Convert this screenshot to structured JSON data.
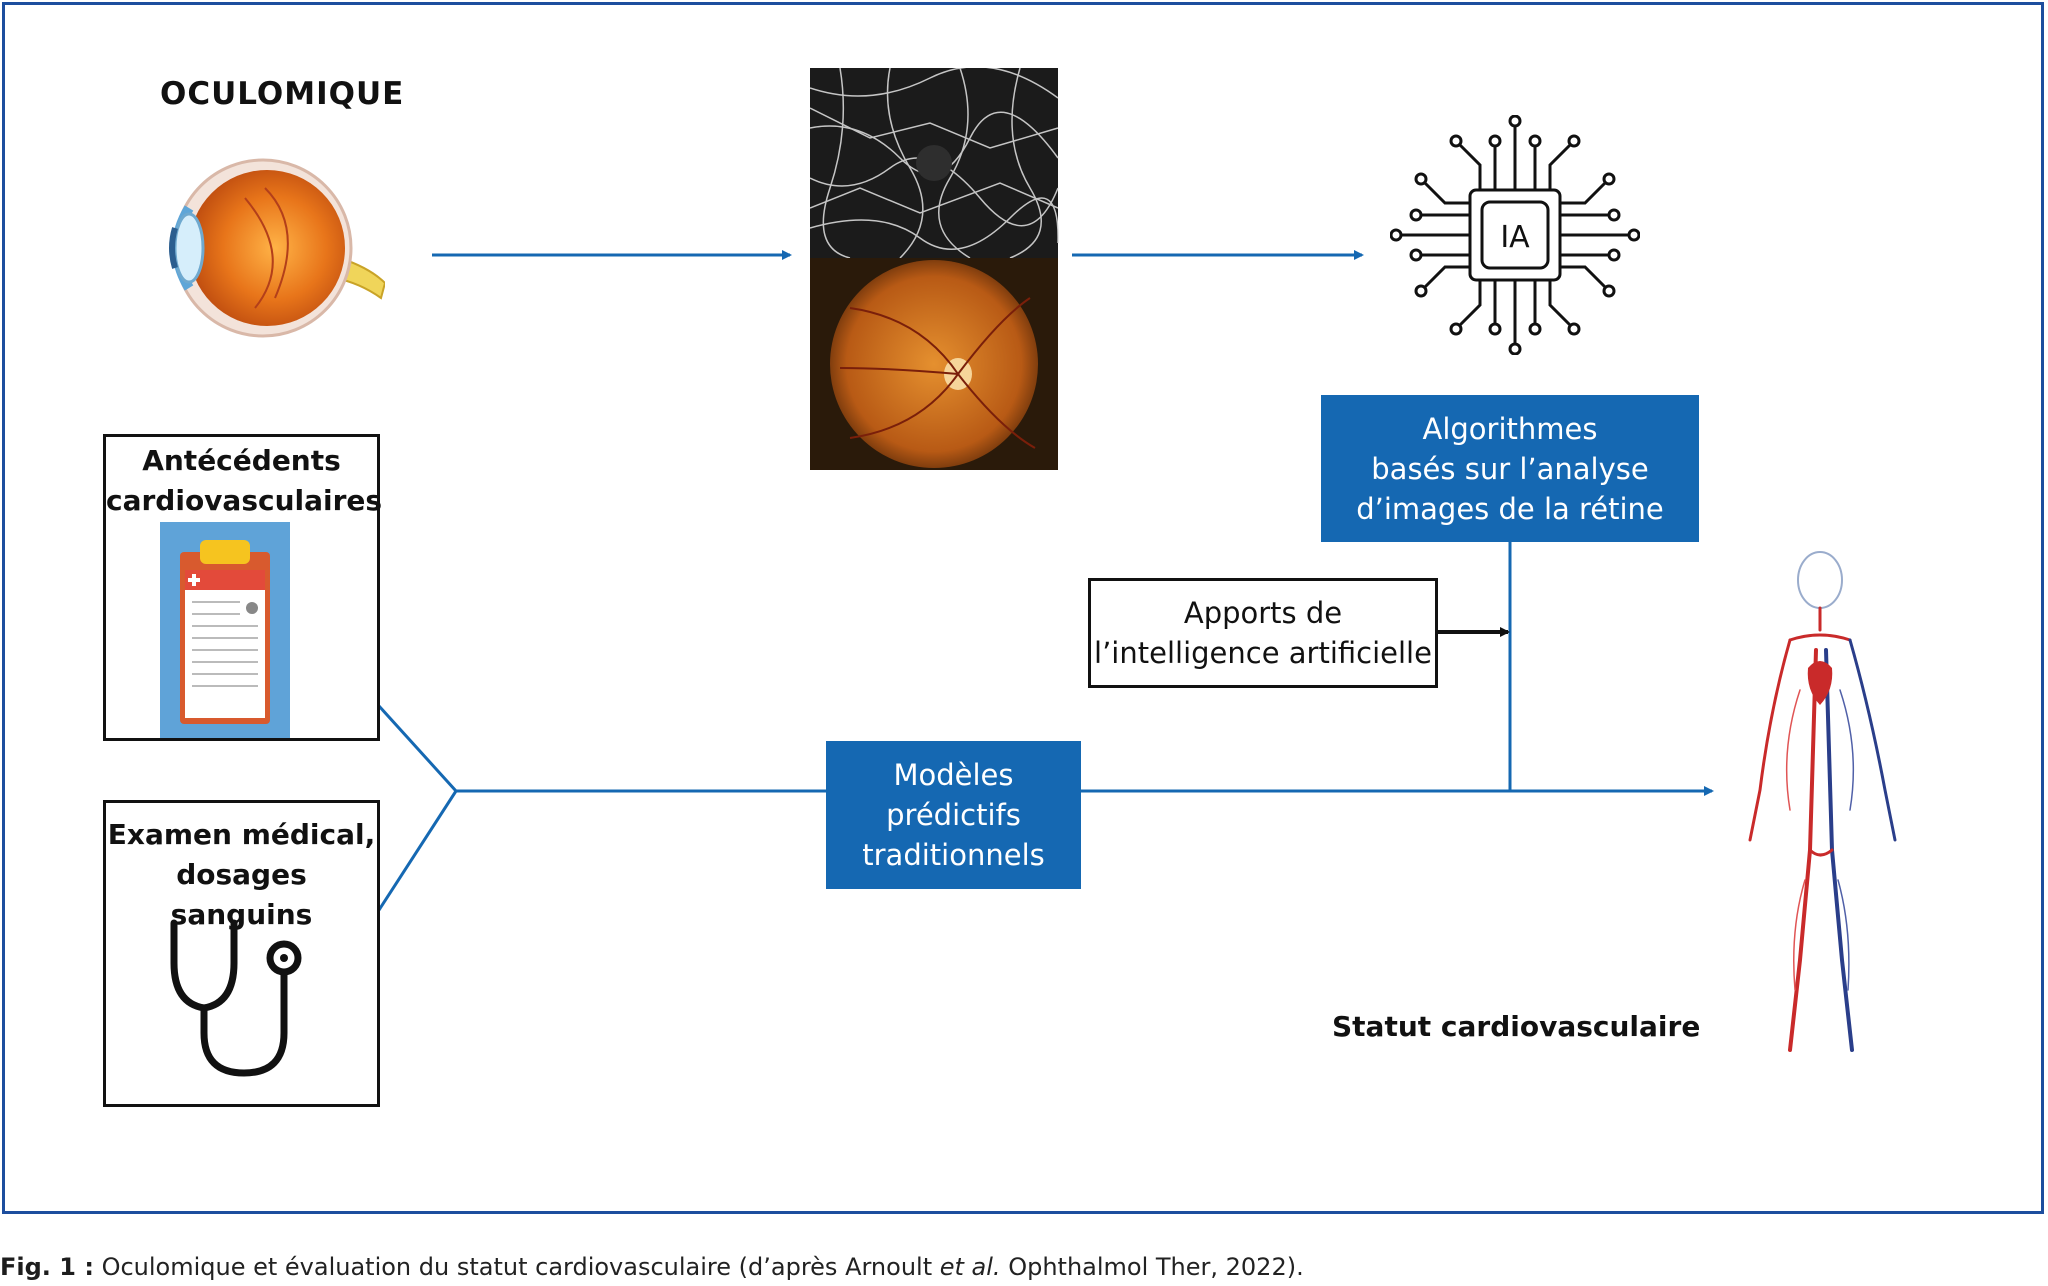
{
  "title": "OCULOMIQUE",
  "antecedents": {
    "line1": "Antécédents",
    "line2": "cardiovasculaires",
    "icon": "medical-record-clipboard"
  },
  "examen": {
    "line1": "Examen médical,",
    "line2": "dosages sanguins",
    "icon": "stethoscope"
  },
  "retina_images": {
    "top": "oct-angiography",
    "bottom": "fundus-photograph"
  },
  "ia_chip": {
    "label": "IA"
  },
  "algorithmes": {
    "line1": "Algorithmes",
    "line2": "basés sur l’analyse",
    "line3": "d’images de la rétine"
  },
  "apports": {
    "line1": "Apports de",
    "line2": "l’intelligence artificielle"
  },
  "modeles": {
    "line1": "Modèles",
    "line2": "prédictifs",
    "line3": "traditionnels"
  },
  "statut": "Statut cardiovasculaire",
  "caption": {
    "label": "Fig. 1 :",
    "text_before": " Oculomique et évaluation du statut cardiovasculaire (d’après Arnoult ",
    "italic": "et al.",
    "text_after": " Ophthalmol Ther, 2022)."
  },
  "colors": {
    "frame": "#1d4e9e",
    "blue_box": "#1568b2",
    "arrow": "#1568b2"
  }
}
